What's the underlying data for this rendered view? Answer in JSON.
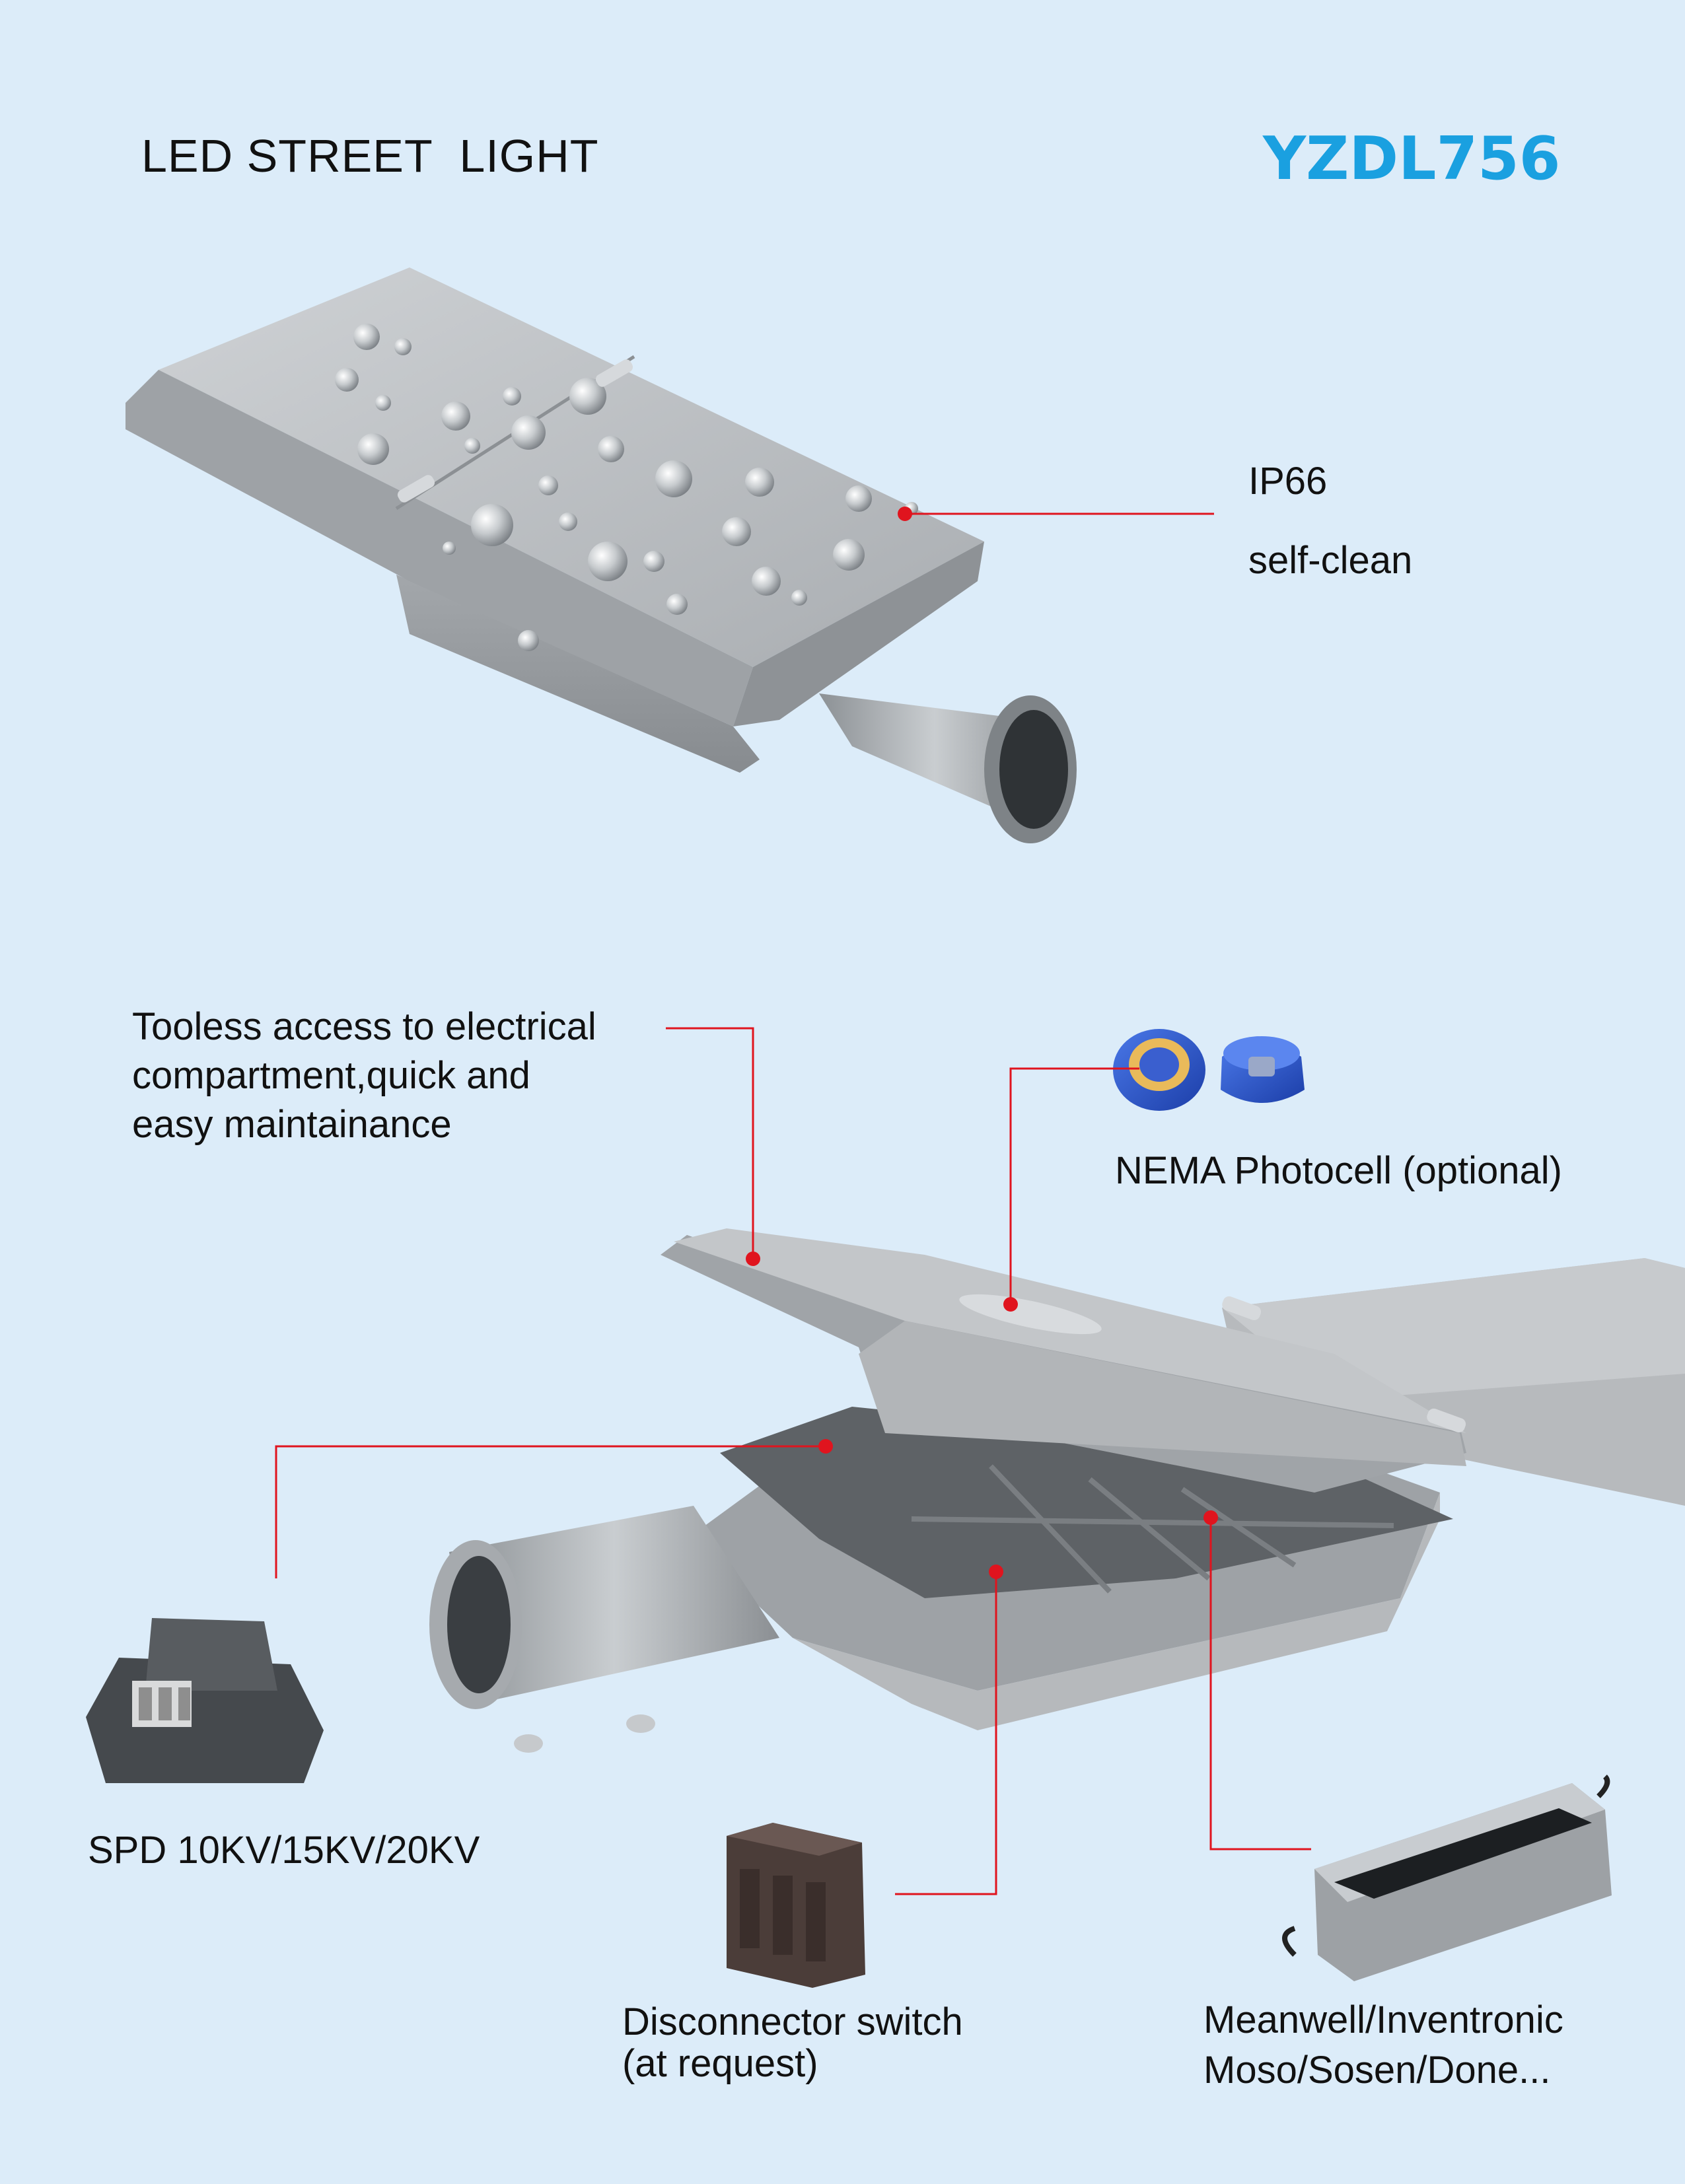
{
  "header": {
    "product_type": "LED STREET  LIGHT",
    "model": "YZDL756"
  },
  "features": {
    "ip_rating": "IP66",
    "self_clean": "self-clean",
    "tooless_line1": "Tooless access to electrical",
    "tooless_line2": "compartment,quick and",
    "tooless_line3": "easy maintainance",
    "photocell": "NEMA Photocell (optional)",
    "spd": "SPD 10KV/15KV/20KV",
    "disconnector_line1": "Disconnector switch",
    "disconnector_line2": "(at request)",
    "driver_line1": "Meanwell/Inventronic",
    "driver_line2": "Moso/Sosen/Done..."
  },
  "colors": {
    "background": "#dcecf9",
    "accent": "#1aa0e0",
    "callout": "#e0141e",
    "housing": "#b9bcbf"
  },
  "icons": [
    "street-light-top-image",
    "street-light-open-image",
    "photocell-image",
    "spd-module-image",
    "disconnector-switch-image",
    "led-driver-image"
  ]
}
